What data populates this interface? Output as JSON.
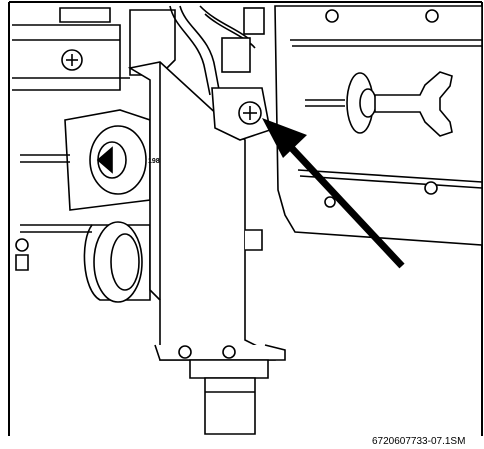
{
  "figure": {
    "part_mark": "198",
    "image_code": "6720607733-07.1SM",
    "colors": {
      "line": "#000000",
      "fill_light": "#ffffff",
      "fill_shade": "#d9d9d9",
      "arrow": "#000000"
    },
    "callout": "arrow-pointing-at-screw"
  }
}
